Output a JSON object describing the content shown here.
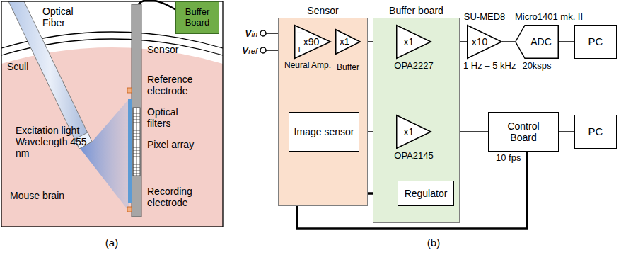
{
  "diagram": {
    "nodes": [
      {
        "text": [
          "Buffer Board"
        ]
      },
      {
        "text": [
          "Sensor"
        ]
      },
      {
        "text": [
          "x90",
          "Neural Amp."
        ],
        "in": 1
      },
      {
        "text": [
          "x1",
          "Buffer"
        ],
        "in": 1
      },
      {
        "text": [
          "Image sensor"
        ],
        "in": 1
      },
      {
        "text": [
          "Buffer board"
        ]
      },
      {
        "text": [
          "x1",
          "OPA2227"
        ],
        "in": 5
      },
      {
        "text": [
          "x1",
          "OPA2145"
        ],
        "in": 5
      },
      {
        "text": [
          "Regulator"
        ],
        "in": 5
      },
      {
        "text": [
          "x10",
          "SU-MED8",
          "1 Hz – 5 kHz"
        ]
      },
      {
        "text": [
          "ADC",
          "Micro1401 mk. II",
          "20ksps"
        ]
      },
      {
        "text": [
          "PC"
        ]
      },
      {
        "text": [
          "Control Board",
          "10 fps"
        ]
      },
      {
        "text": [
          "PC"
        ]
      }
    ],
    "edges": [
      {
        "from": 2,
        "to": 3,
        "arrow": "none"
      },
      {
        "from": 3,
        "to": 6,
        "arrow": "none"
      },
      {
        "from": 6,
        "to": 9,
        "arrow": "none"
      },
      {
        "from": 9,
        "to": 10,
        "arrow": "none"
      },
      {
        "from": 10,
        "to": 11,
        "arrow": "none"
      },
      {
        "from": 4,
        "to": 7,
        "arrow": "none"
      },
      {
        "from": 7,
        "to": 12,
        "arrow": "none"
      },
      {
        "from": 12,
        "to": 13,
        "arrow": "none"
      },
      {
        "from": 4,
        "to": 8,
        "arrow": "none"
      },
      {
        "from": 1,
        "to": 12,
        "arrow": "none"
      }
    ],
    "labels": [
      "Optical Fiber",
      "Scull",
      "Sensor",
      "Reference electrode",
      "Excitation light Wavelength 455 nm",
      "Optical filters",
      "Pixel array",
      "Mouse brain",
      "Recording electrode",
      "(a)",
      "vin",
      "vref",
      "−",
      "+",
      "(b)"
    ]
  }
}
